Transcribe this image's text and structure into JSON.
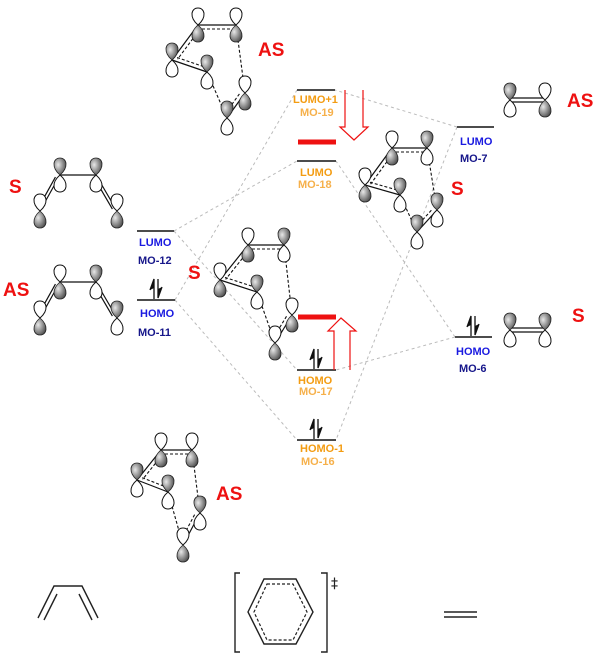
{
  "diagram": {
    "symmetry_labels": {
      "ts_top": "AS",
      "butadiene_lumo": "S",
      "butadiene_homo": "AS",
      "ts_middle": "S",
      "ts_right": "S",
      "ethylene_lumo": "AS",
      "ethylene_homo": "S",
      "ts_bottom": "AS"
    },
    "butadiene": {
      "lumo": {
        "name": "LUMO",
        "mo": "MO-12"
      },
      "homo": {
        "name": "HOMO",
        "mo": "MO-11"
      }
    },
    "transition_state": {
      "lumo_plus_1": {
        "name": "LUMO+1",
        "mo": "MO-19"
      },
      "lumo": {
        "name": "LUMO",
        "mo": "MO-18"
      },
      "homo": {
        "name": "HOMO",
        "mo": "MO-17"
      },
      "homo_minus_1": {
        "name": "HOMO-1",
        "mo": "MO-16"
      }
    },
    "ethylene": {
      "lumo": {
        "name": "LUMO",
        "mo": "MO-7"
      },
      "homo": {
        "name": "HOMO",
        "mo": "MO-6"
      }
    },
    "ts_symbol": "‡",
    "colors": {
      "symmetry": "#ee1111",
      "reactant_label": "#1a1ae0",
      "ts_label": "#f39c12",
      "arrow": "#ee1111"
    }
  }
}
